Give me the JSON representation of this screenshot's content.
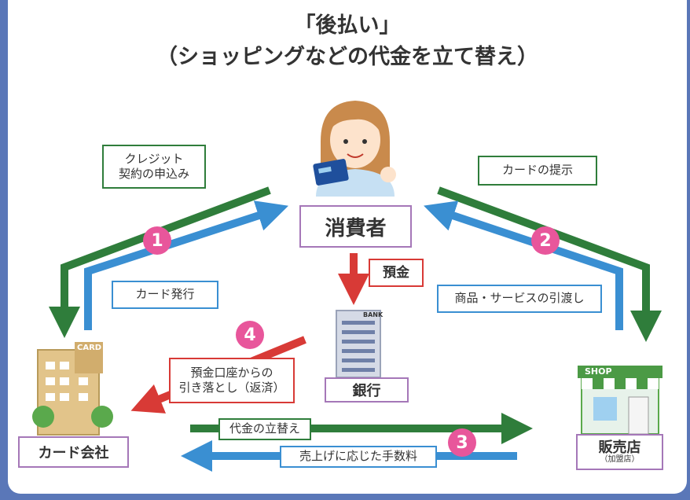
{
  "title": "「後払い」",
  "subtitle": "（ショッピングなどの代金を立て替え）",
  "nodes": {
    "consumer": "消費者",
    "bank": "銀行",
    "card_company": "カード会社",
    "store": "販売店",
    "store_note": "（加盟店）"
  },
  "building_signs": {
    "card": "CARD",
    "bank": "BANK",
    "shop": "SHOP"
  },
  "labels": {
    "credit_application_line1": "クレジット",
    "credit_application_line2": "契約の申込み",
    "card_issue": "カード発行",
    "card_presentation": "カードの提示",
    "goods_delivery": "商品・サービスの引渡し",
    "deposit": "預金",
    "debit_line1": "預金口座からの",
    "debit_line2": "引き落とし（返済）",
    "payment_advance": "代金の立替え",
    "fee": "売上げに応じた手数料"
  },
  "step_numbers": [
    "1",
    "2",
    "3",
    "4"
  ],
  "colors": {
    "green": "#2f7d3b",
    "blue": "#3a8fd2",
    "red": "#d83a36",
    "pink": "#e8569b",
    "purple": "#a577b8",
    "frame": "#5a77b8"
  }
}
